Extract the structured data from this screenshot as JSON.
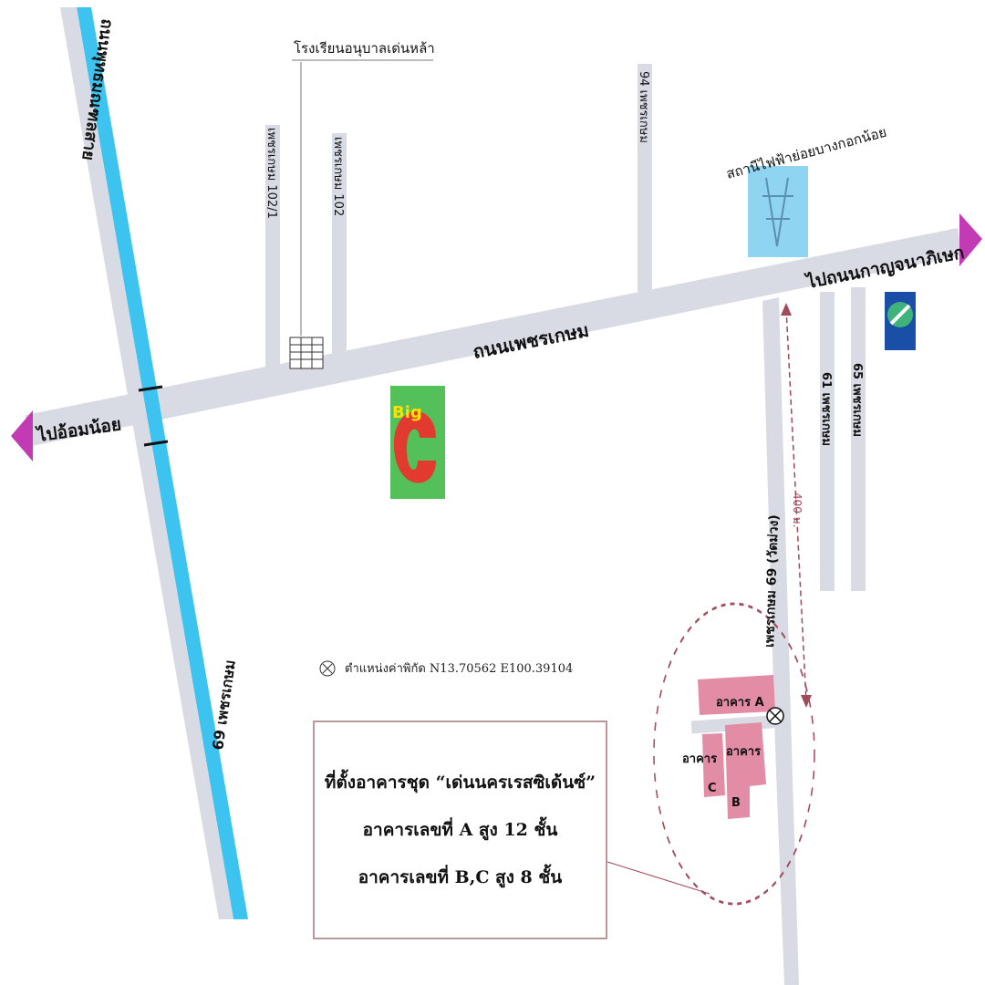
{
  "landmarks": {
    "hospital": "โรงเรียนอนุบาลเด่นหล้า",
    "station": "สถานีไฟฟ้าย่อยบางกอกน้อย",
    "bigc": "Big"
  },
  "roads": {
    "main": "ถนนเพชรเกษม",
    "left_arrow": "ไปอ้อมน้อย",
    "right_arrow": "ไปถนนกาญจนาภิเษก",
    "left_canal_road": "ถนนพุทธมณฑลสาย",
    "bottom_left_soi": "69 เพชรเกษม",
    "soi_1027": "เพชรเกษม 102/1",
    "soi_102": "เพชรเกษม 102",
    "soi_94": "94 เพชรเกษม",
    "soi_69_wat": "เพชรเกษม 69 (วัดม่วง)",
    "soi_61": "61 เพชรเกษม",
    "soi_65": "65 เพชรเกษม",
    "distance": "400 ม."
  },
  "coordinate": "ตำแหน่งค่าพิกัด  N13.70562  E100.39104",
  "buildings": {
    "a": "อาคาร A",
    "b_top": "อาคาร",
    "b_bottom": "B",
    "c_top": "อาคาร",
    "c_bottom": "C"
  },
  "info": {
    "line1": "ที่ตั้งอาคารชุด “เด่นนครเรสซิเด้นซ์”",
    "line2": "อาคารเลขที่ A  สูง 12 ชั้น",
    "line3": "อาคารเลขที่ B,C  สูง 8 ชั้น"
  },
  "colors": {
    "road": "#d9dbe4",
    "canal": "#3cc3f0",
    "arrow": "#c23ab4",
    "building": "#e38ca5",
    "circle": "#a04a5a"
  }
}
